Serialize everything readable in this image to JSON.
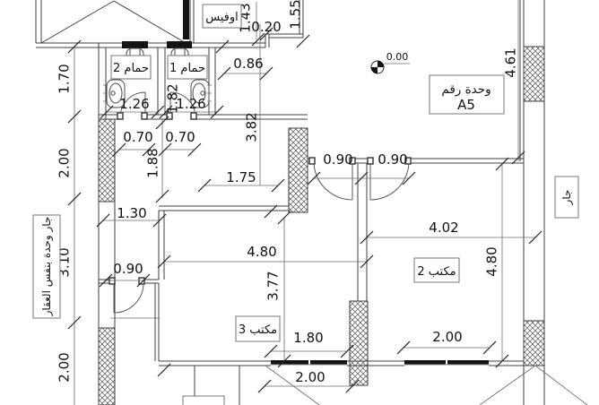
{
  "labels": {
    "office": "اوفيس",
    "bathroom2": "حمام 2",
    "bathroom1": "حمام 1",
    "unit_line1": "وحدة رقم",
    "unit_line2": "A5",
    "office3": "مكتب 3",
    "office2": "مكتب 2",
    "neighbor_left": "جار وحدة بنفس العقار",
    "neighbor_right": "جار",
    "datum": "0.00"
  },
  "dims": {
    "d143": "1.43",
    "d020": "0.20",
    "d155": "1.55",
    "d086": "0.86",
    "d170": "1.70",
    "d200_left_upper": "2.00",
    "d310": "3.10",
    "d200_left_lower": "2.00",
    "d126_bath2": "1.26",
    "d126_bath1": "1.26",
    "d182": "1.82",
    "d070_bath2": "0.70",
    "d070_bath1": "0.70",
    "d188": "1.88",
    "d382": "3.82",
    "d175": "1.75",
    "d130": "1.30",
    "d090_hall_left": "0.90",
    "d090_hall_right": "0.90",
    "d090_entry": "0.90",
    "d480_office3": "4.80",
    "d377": "3.77",
    "d402": "4.02",
    "d480_office2": "4.80",
    "d461": "4.61",
    "d180_window": "1.80",
    "d200_window": "2.00",
    "d200_bottom": "2.00"
  }
}
